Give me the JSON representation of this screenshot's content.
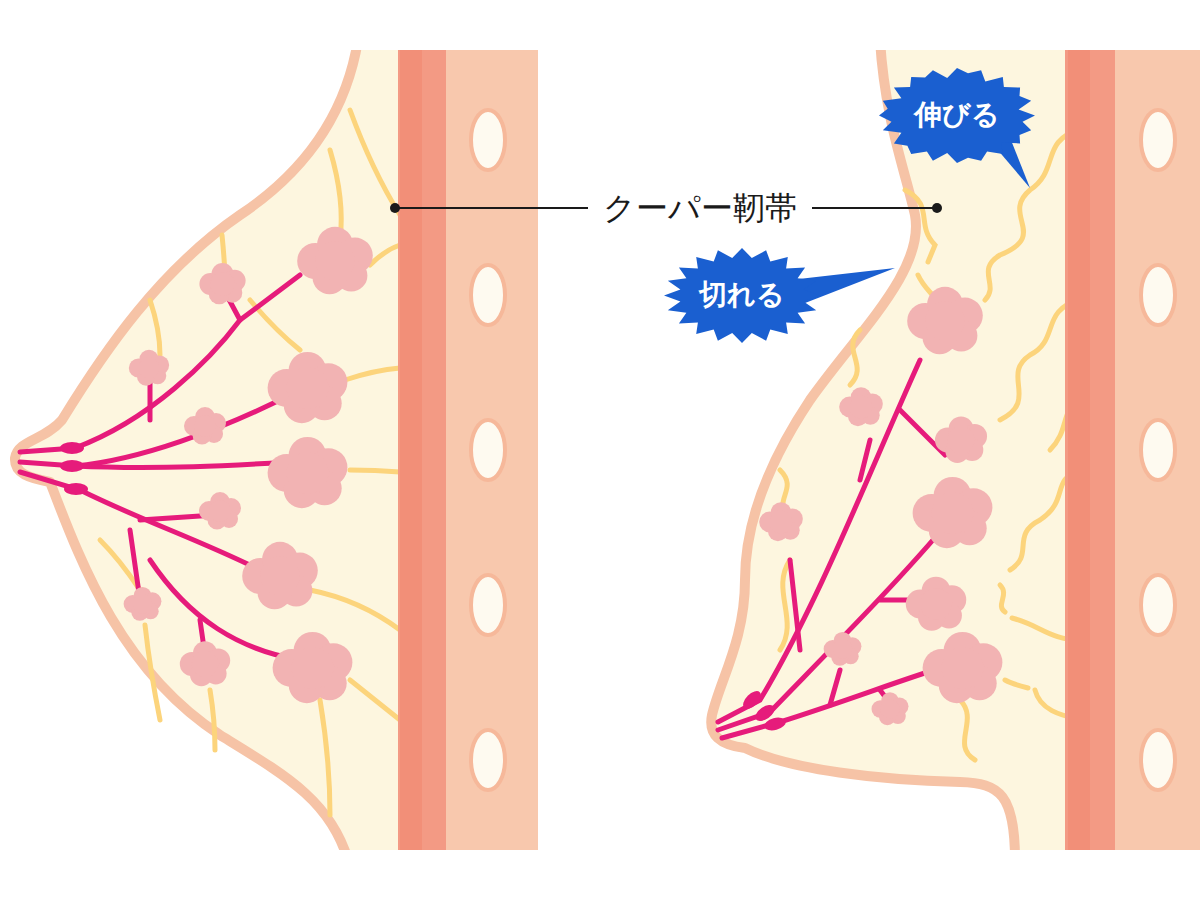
{
  "diagram": {
    "nodes": [
      {
        "text": [
          "伸びる"
        ]
      },
      {
        "text": [
          "切れる"
        ]
      }
    ],
    "labels": [
      "クーパー靭帯"
    ]
  }
}
